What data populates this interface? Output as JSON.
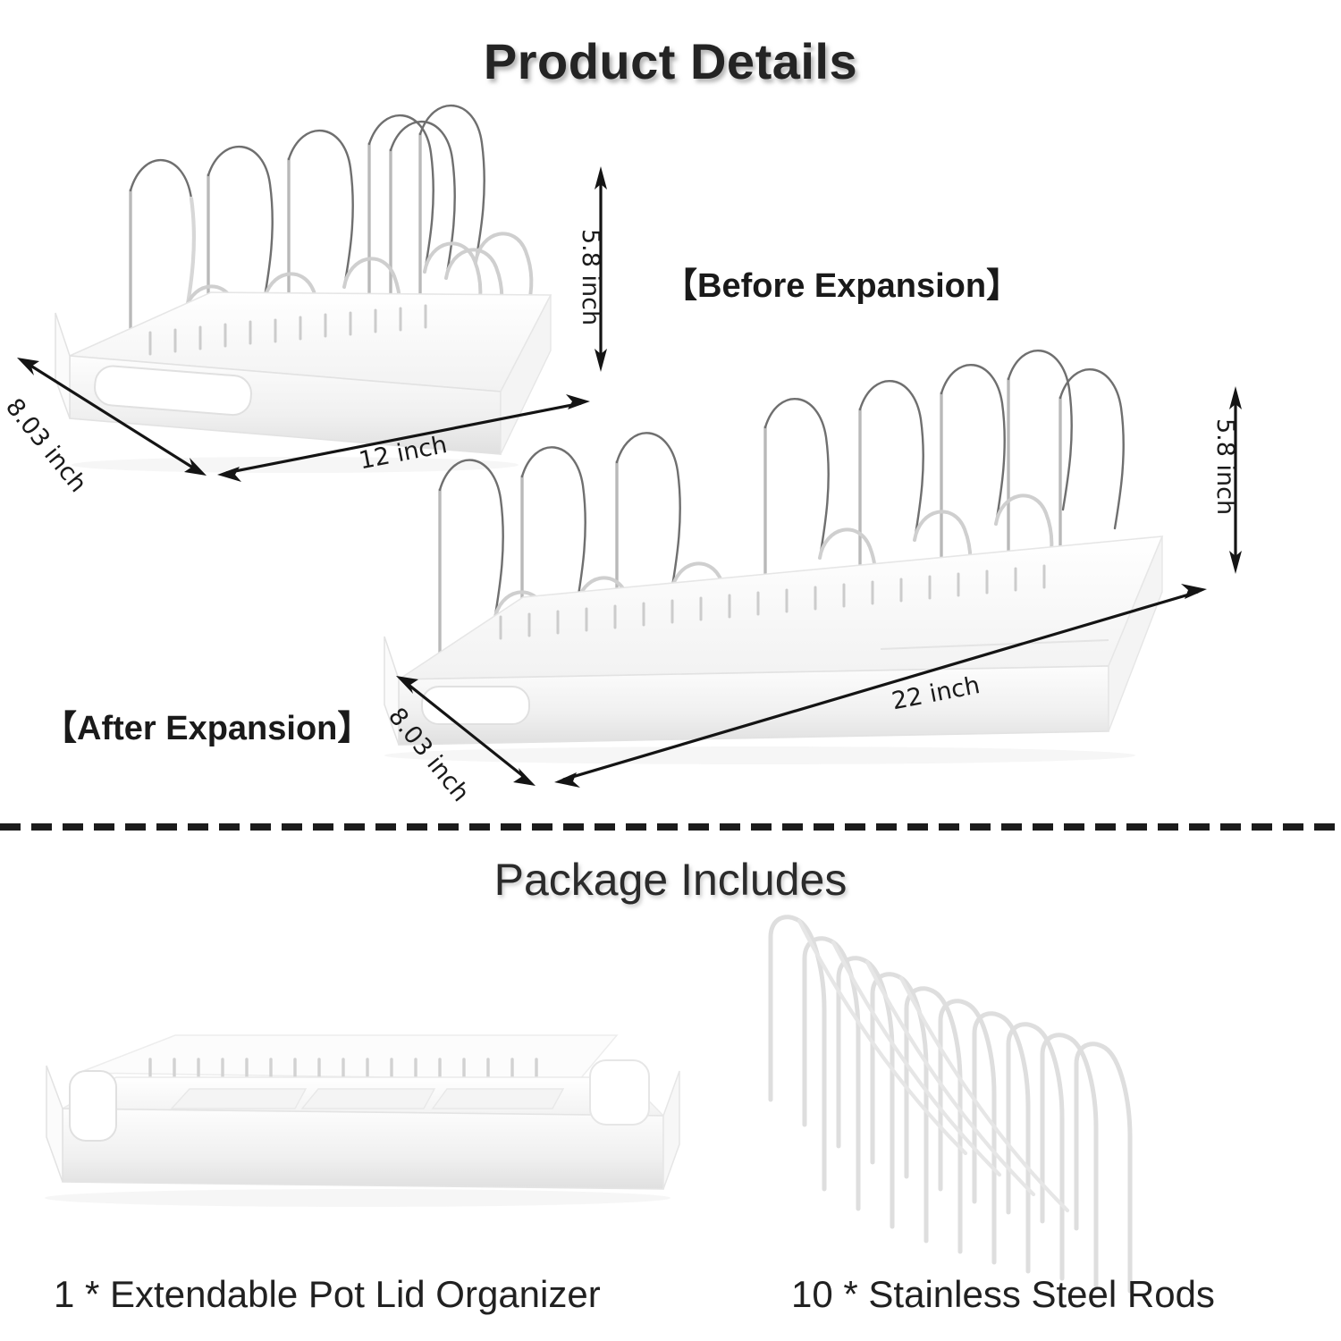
{
  "page": {
    "background": "#ffffff",
    "ink": "#1f1f1f"
  },
  "sections": {
    "product_details": {
      "title": "Product Details",
      "before": {
        "label": "【Before Expansion】",
        "dimensions": {
          "height": "5.8 inch",
          "depth": "8.03 inch",
          "width": "12 inch"
        }
      },
      "after": {
        "label": "【After Expansion】",
        "dimensions": {
          "height": "5.8 inch",
          "depth": "8.03 inch",
          "width": "22 inch"
        }
      }
    },
    "package_includes": {
      "title": "Package Includes",
      "items": [
        {
          "caption": "1 * Extendable Pot Lid Organizer",
          "quantity": "1",
          "name": "Extendable Pot Lid Organizer"
        },
        {
          "caption": "10 * Stainless Steel Rods",
          "quantity": "10",
          "name": "Stainless Steel Rods"
        }
      ]
    }
  },
  "divider": {
    "style": "dashed",
    "color": "#1c1c1c"
  },
  "product": {
    "material_colors": {
      "tray": "#ffffff",
      "tray_shadow": "#e3e3e3",
      "wire": "#d9d9d9",
      "wire_outline": "#9a9a9a"
    },
    "compact_rod_count": 10,
    "expanded_rod_count": 10,
    "tray_slot_count": 17
  }
}
